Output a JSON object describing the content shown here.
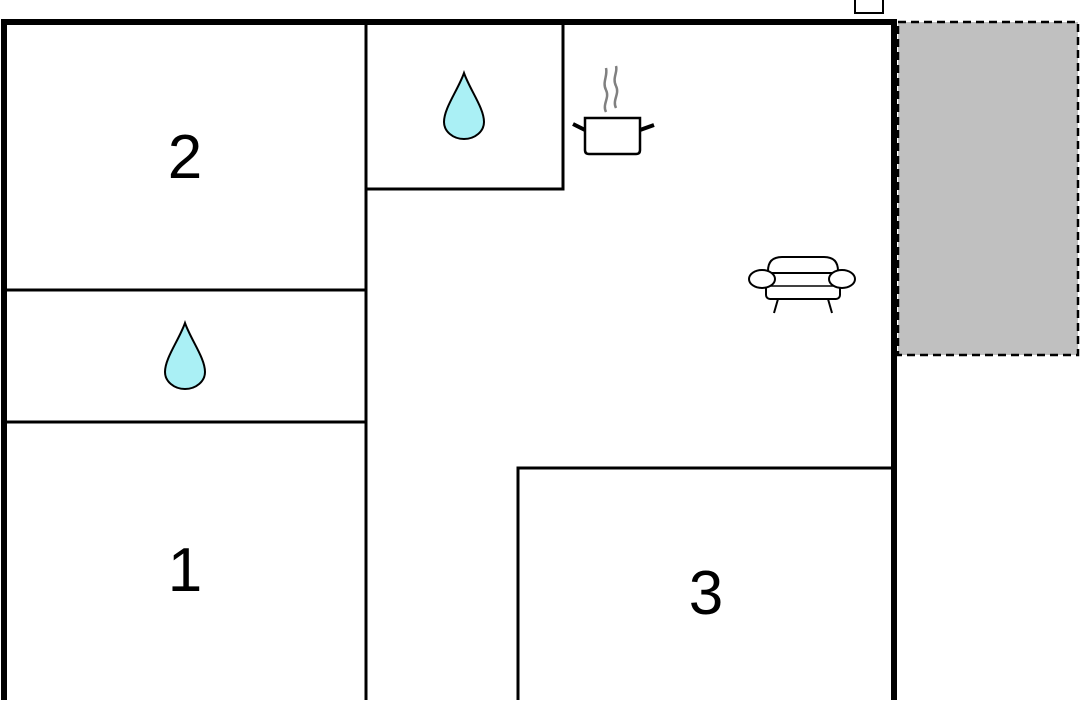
{
  "floorplan": {
    "rooms": [
      {
        "id": "bedroom-2",
        "label": "2"
      },
      {
        "id": "bedroom-1",
        "label": "1"
      },
      {
        "id": "bedroom-3",
        "label": "3"
      }
    ],
    "icons": {
      "bathroom_top": "water-drop-icon",
      "bathroom_left": "water-drop-icon",
      "kitchen": "cooking-pot-icon",
      "living": "sofa-icon"
    },
    "colors": {
      "wall": "#000000",
      "water": "#aaf0f5",
      "terrace": "#c0c0c0",
      "steam": "#808080"
    }
  }
}
